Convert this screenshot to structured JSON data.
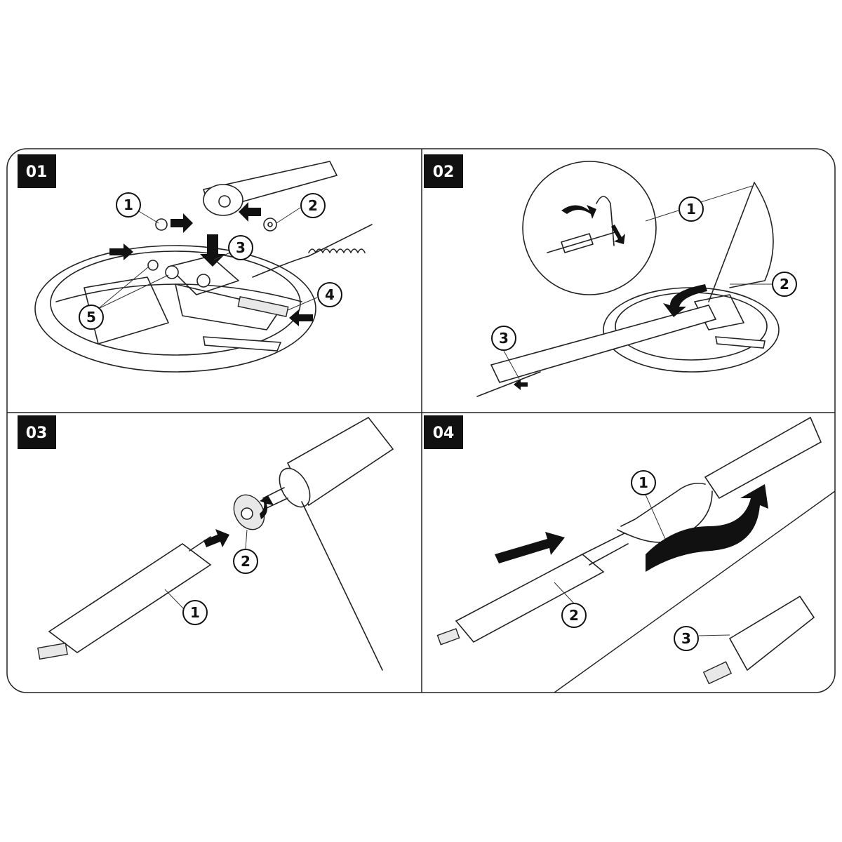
{
  "steps": [
    {
      "label": "01",
      "callouts": [
        "1",
        "2",
        "3",
        "4",
        "5"
      ]
    },
    {
      "label": "02",
      "callouts": [
        "1",
        "2",
        "3"
      ]
    },
    {
      "label": "03",
      "callouts": [
        "1",
        "2"
      ]
    },
    {
      "label": "04",
      "callouts": [
        "1",
        "2",
        "3"
      ]
    }
  ]
}
